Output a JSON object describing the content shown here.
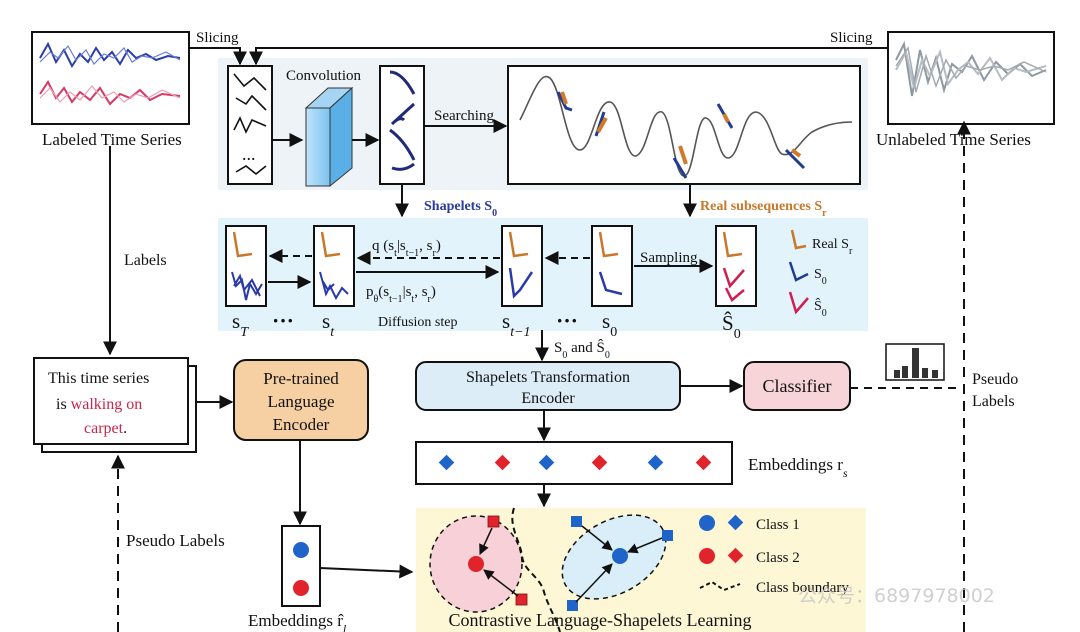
{
  "top": {
    "slicing_left": "Slicing",
    "slicing_right": "Slicing",
    "labeled_ts": "Labeled Time Series",
    "unlabeled_ts": "Unlabeled Time Series",
    "convolution": "Convolution",
    "searching": "Searching",
    "dots": "...",
    "shapelets_label": "Shapelets S",
    "shapelets_sub": "0",
    "real_label": "Real subsequences S",
    "real_sub": "r"
  },
  "diffusion": {
    "q_label": "q (s",
    "q_rest": "t",
    "q_tail": "|s",
    "q_tail2": "t−1",
    "q_tail3": ", s",
    "q_tail4": "r",
    "q_tail5": ")",
    "p_label": "p",
    "p_theta": "θ",
    "p_rest": "(s",
    "p_rest2": "t−1",
    "p_rest3": "|s",
    "p_rest4": "t",
    "p_rest5": ", s",
    "p_rest6": "r",
    "p_rest7": ")",
    "sampling": "Sampling",
    "diffusion_step": "Diffusion step",
    "sT": "s",
    "sT_sub": "T",
    "st": "s",
    "st_sub": "t",
    "st1": "s",
    "st1_sub": "t−1",
    "s0": "s",
    "s0_sub": "0",
    "s0hat": "Ŝ",
    "s0hat_sub": "0",
    "ellipsis1": "···",
    "ellipsis2": "···",
    "legend_real": "Real S",
    "legend_real_sub": "r",
    "legend_s0": "S",
    "legend_s0_sub": "0",
    "legend_s0hat": "Ŝ",
    "legend_s0hat_sub": "0"
  },
  "middle": {
    "labels": "Labels",
    "s0_and": "S",
    "s0_and_sub": "0",
    "s0_and_mid": " and ",
    "s0_and_hat": "Ŝ",
    "s0_and_hat_sub": "0",
    "text_line1": "This time series",
    "text_line2a": "is ",
    "text_line2b": "walking on",
    "text_line3": "carpet",
    "text_line3b": ".",
    "encoder_l1": "Pre-trained",
    "encoder_l2": "Language",
    "encoder_l3": "Encoder",
    "ste_l1": "Shapelets Transformation",
    "ste_l2": "Encoder",
    "classifier": "Classifier",
    "pseudo_right_l1": "Pseudo",
    "pseudo_right_l2": "Labels",
    "embeddings_rs": "Embeddings r",
    "embeddings_rs_sub": "s"
  },
  "bottom": {
    "pseudo_left": "Pseudo Labels",
    "embeddings_rl": "Embeddings r̂",
    "embeddings_rl_sub": "l",
    "legend_class1": "Class 1",
    "legend_class2": "Class 2",
    "legend_boundary": "Class boundary",
    "title": "Contrastive Language-Shapelets Learning",
    "watermark": "公众号：6897978002"
  },
  "colors": {
    "blue": "#1f3c8f",
    "red": "#e1242c",
    "orange": "#c9772a",
    "light_blue": "#e3f3fb",
    "light_yellow": "#fdf7d6",
    "encoder_fill": "#f6cfa3",
    "ste_fill": "#dcedf8",
    "classifier_fill": "#f6d4d8"
  }
}
